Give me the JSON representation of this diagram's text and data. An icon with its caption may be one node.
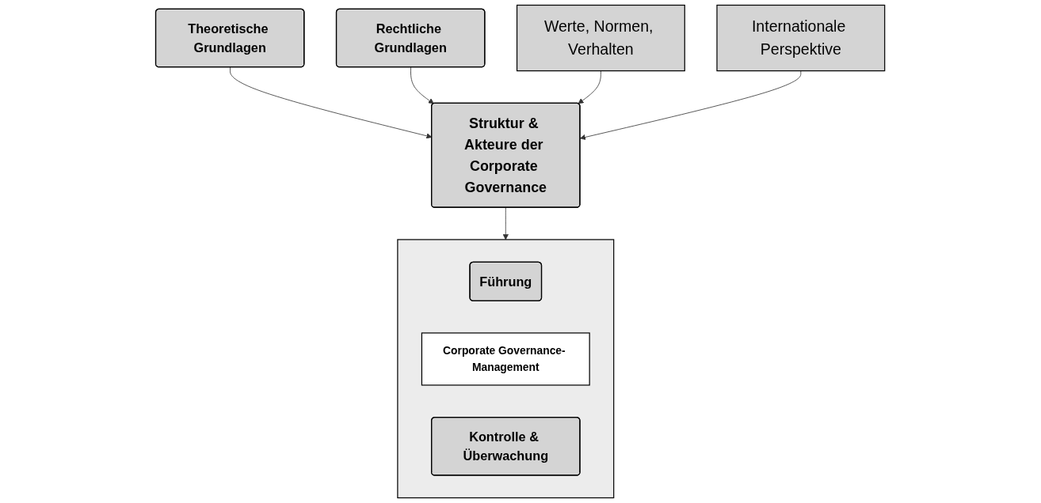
{
  "diagram": {
    "nodes": [
      {
        "text": [
          "Theoretische Grundlagen"
        ]
      },
      {
        "text": [
          "Rechtliche Grundlagen"
        ]
      },
      {
        "text": [
          "Werte, Normen, Verhalten"
        ]
      },
      {
        "text": [
          "Struktur & Akteure der Corporate Governance"
        ]
      },
      {
        "text": [
          "Internationale Perspektive"
        ]
      },
      {
        "text": [],
        "shape": "box"
      },
      {
        "text": [
          "Führung"
        ],
        "in": 5
      },
      {
        "text": [
          "Corporate Governance- Management"
        ],
        "in": 5
      },
      {
        "text": [
          "Kontrolle & Überwachung"
        ],
        "in": 5
      }
    ],
    "edges": [
      {
        "from": 0,
        "to": 3,
        "arrow": "to"
      },
      {
        "from": 1,
        "to": 3,
        "arrow": "to"
      },
      {
        "from": 2,
        "to": 3,
        "arrow": "to"
      },
      {
        "from": 4,
        "to": 3,
        "arrow": "to"
      },
      {
        "from": 3,
        "to": 5,
        "arrow": "to"
      }
    ]
  }
}
